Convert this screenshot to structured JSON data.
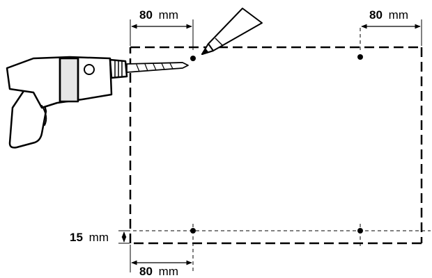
{
  "dimensions": {
    "top_left": {
      "value": "80",
      "unit": "mm"
    },
    "top_right": {
      "value": "80",
      "unit": "mm"
    },
    "bottom": {
      "value": "80",
      "unit": "mm"
    },
    "left_offset": {
      "value": "15",
      "unit": "mm"
    }
  },
  "colors": {
    "ink": "#000000",
    "background": "#ffffff",
    "drill_shade": "#e6e6e6"
  },
  "icons": [
    "drill-icon",
    "pencil-icon"
  ]
}
